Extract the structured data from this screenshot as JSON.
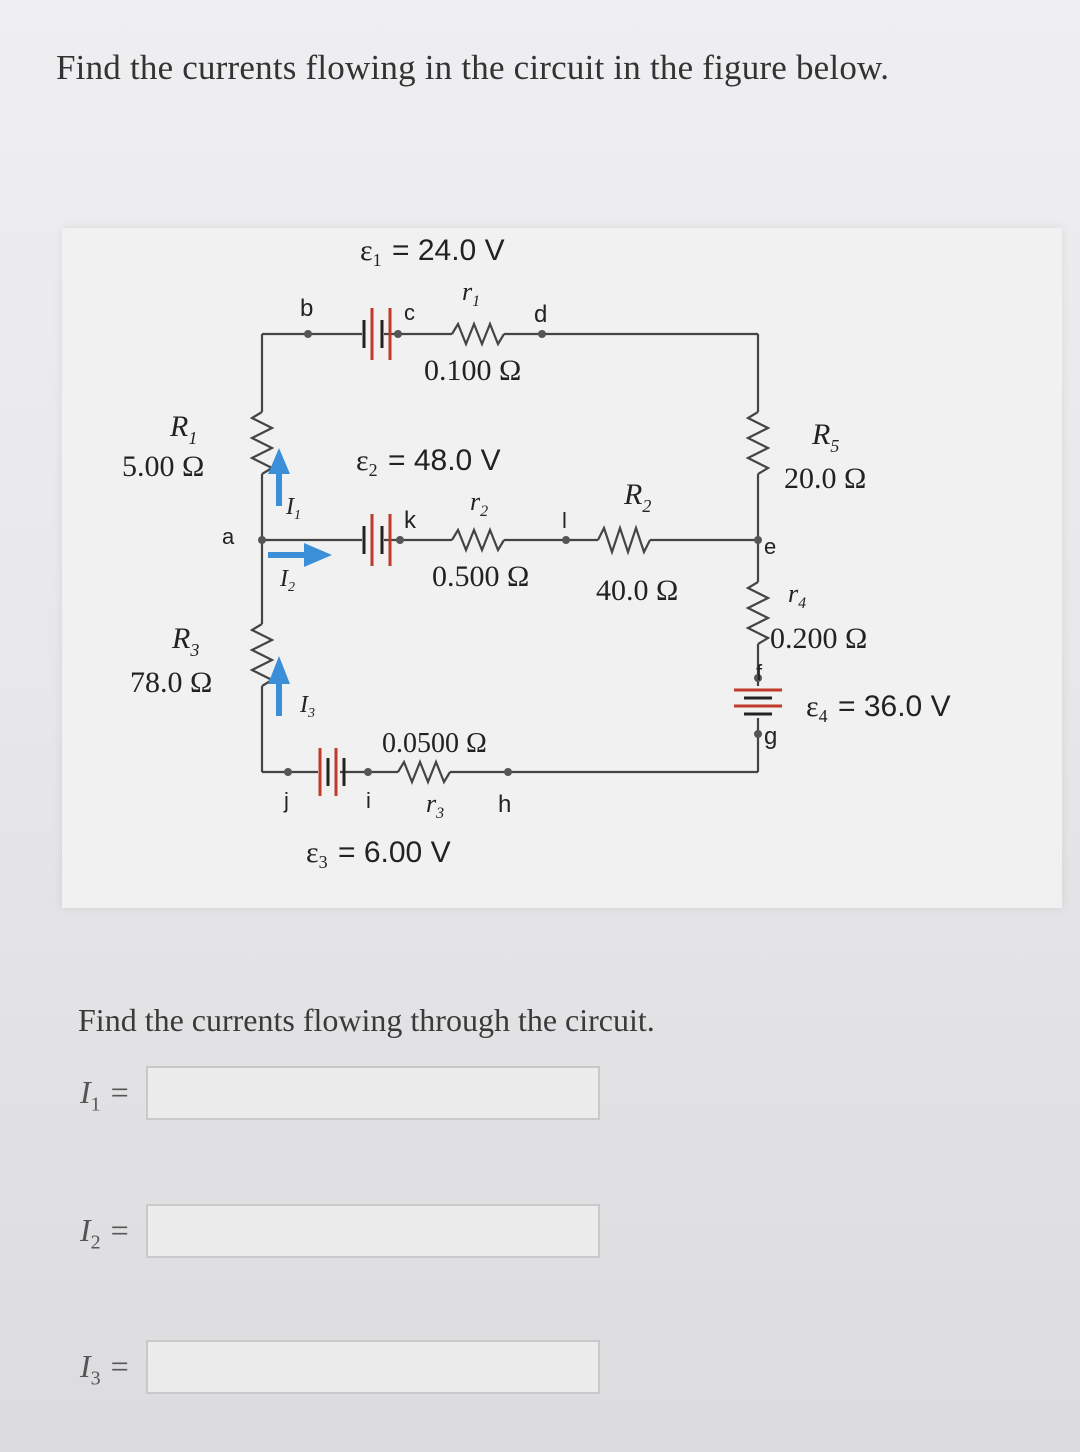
{
  "question": {
    "text": "Find the currents flowing in the circuit in the figure below."
  },
  "figure": {
    "emf1": "= 24.0 V",
    "emf2": "= 48.0 V",
    "emf3": "= 6.00 V",
    "emf4": "= 36.0 V",
    "r1_value": "0.100 Ω",
    "r2_value": "0.500 Ω",
    "r3_value": "0.0500 Ω",
    "r4_value": "0.200 Ω",
    "R1_value": "5.00 Ω",
    "R2_value": "40.0 Ω",
    "R3_value": "78.0 Ω",
    "R5_value": "20.0 Ω",
    "nodes": [
      "a",
      "b",
      "c",
      "d",
      "e",
      "f",
      "g",
      "h",
      "i",
      "j",
      "k",
      "l"
    ],
    "arrow_color": "#3b8fd8"
  },
  "subprompt": "Find the currents flowing through the circuit.",
  "answers": [
    {
      "label": "I",
      "sub": "1",
      "eq": "=",
      "value": ""
    },
    {
      "label": "I",
      "sub": "2",
      "eq": "=",
      "value": ""
    },
    {
      "label": "I",
      "sub": "3",
      "eq": "=",
      "value": ""
    }
  ]
}
